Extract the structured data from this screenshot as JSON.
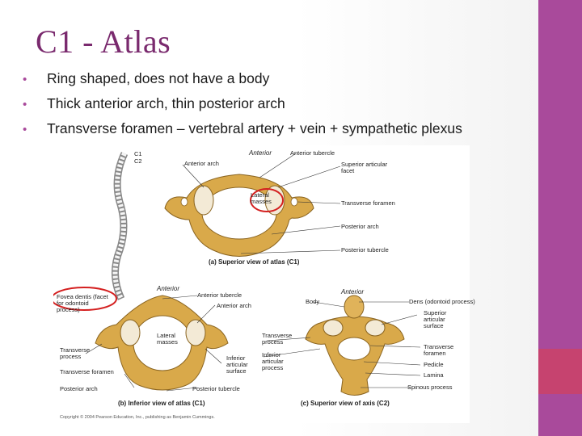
{
  "slide": {
    "title": "C1 - Atlas",
    "bullets": [
      "Ring shaped, does not have a body",
      "Thick anterior arch, thin posterior arch",
      "Transverse foramen – vertebral artery + vein + sympathetic plexus"
    ],
    "bullet_glyph": "•"
  },
  "colors": {
    "title": "#7a2a6e",
    "side_bar": "#a94a9b",
    "side_bar_accent": "#c6436f",
    "bone": "#d9a94a",
    "highlight_circle": "#d42020"
  },
  "figure": {
    "spine": {
      "c1": "C1",
      "c2": "C2"
    },
    "panel_a": {
      "anterior": "Anterior",
      "anterior_arch": "Anterior arch",
      "anterior_tubercle": "Anterior tubercle",
      "superior_articular_facet": "Superior articular facet",
      "lateral_masses": "Lateral masses",
      "transverse_foramen": "Transverse foramen",
      "posterior_arch": "Posterior arch",
      "posterior_tubercle": "Posterior tubercle",
      "caption": "(a) Superior view of atlas (C1)"
    },
    "panel_b": {
      "anterior": "Anterior",
      "fovea_dentis": "Fovea dentis (facet for odontoid process)",
      "anterior_tubercle": "Anterior tubercle",
      "anterior_arch": "Anterior arch",
      "lateral_masses": "Lateral masses",
      "transverse_process": "Transverse process",
      "inferior_articular_surface": "Inferior articular surface",
      "transverse_foramen": "Transverse foramen",
      "posterior_arch": "Posterior arch",
      "posterior_tubercle": "Posterior tubercle",
      "caption": "(b) Inferior view of atlas (C1)"
    },
    "panel_c": {
      "anterior": "Anterior",
      "body": "Body",
      "dens": "Dens (odontoid process)",
      "superior_articular_surface": "Superior articular surface",
      "transverse_process": "Transverse process",
      "inferior_articular_process": "Inferior articular process",
      "transverse_foramen": "Transverse foramen",
      "pedicle": "Pedicle",
      "lamina": "Lamina",
      "spinous_process": "Spinous process",
      "caption": "(c) Superior view of axis (C2)"
    },
    "copyright": "Copyright © 2004 Pearson Education, Inc., publishing as Benjamin Cummings."
  }
}
